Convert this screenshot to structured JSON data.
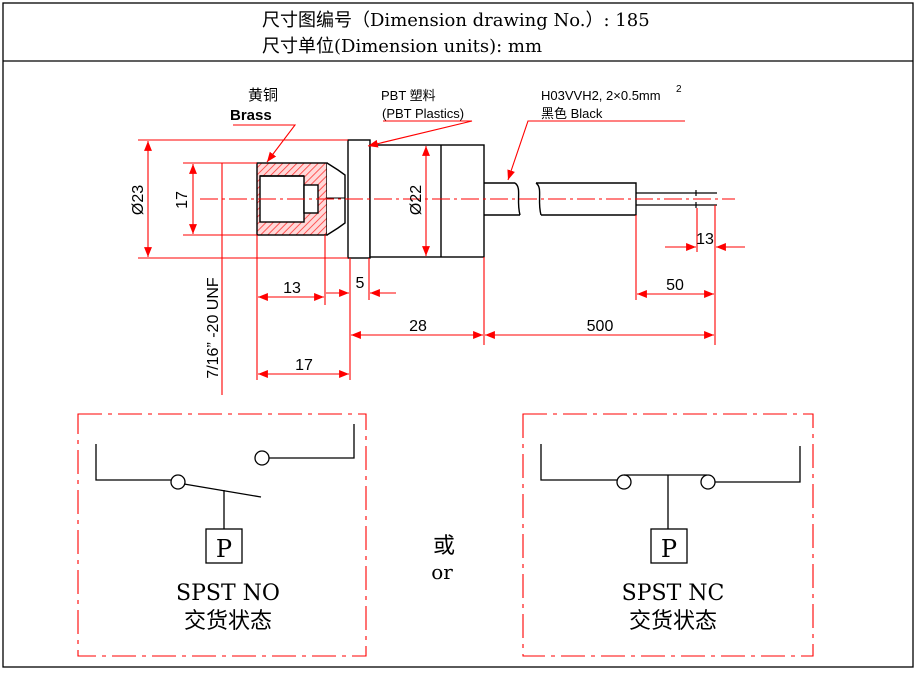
{
  "header": {
    "title": "尺寸图编号（Dimension drawing No.）: 185",
    "units": "尺寸单位(Dimension units): mm"
  },
  "labels": {
    "brass_cn": "黄铜",
    "brass_en": "Brass",
    "pbt_cn": "PBT  塑料",
    "pbt_en": "(PBT Plastics)",
    "cable_spec": "H03VVH2, 2×0.5mm",
    "cable_sup": "2",
    "cable_color": "黑色  Black",
    "thread": "7/16” -20 UNF"
  },
  "dimensions": {
    "d23": "Ø23",
    "d17": "17",
    "d22": "Ø22",
    "len13_body": "13",
    "len5": "5",
    "len28": "28",
    "len17": "17",
    "len500": "500",
    "len50": "50",
    "len13_wire": "13"
  },
  "schematics": {
    "or_cn": "或",
    "or_en": "or",
    "no": {
      "pressure_label": "P",
      "title": "SPST NO",
      "state": "交货状态"
    },
    "nc": {
      "pressure_label": "P",
      "title": "SPST NC",
      "state": "交货状态"
    }
  },
  "colors": {
    "annotation": "#ff0000",
    "outline": "#000000",
    "hatch": "#ff3333"
  }
}
